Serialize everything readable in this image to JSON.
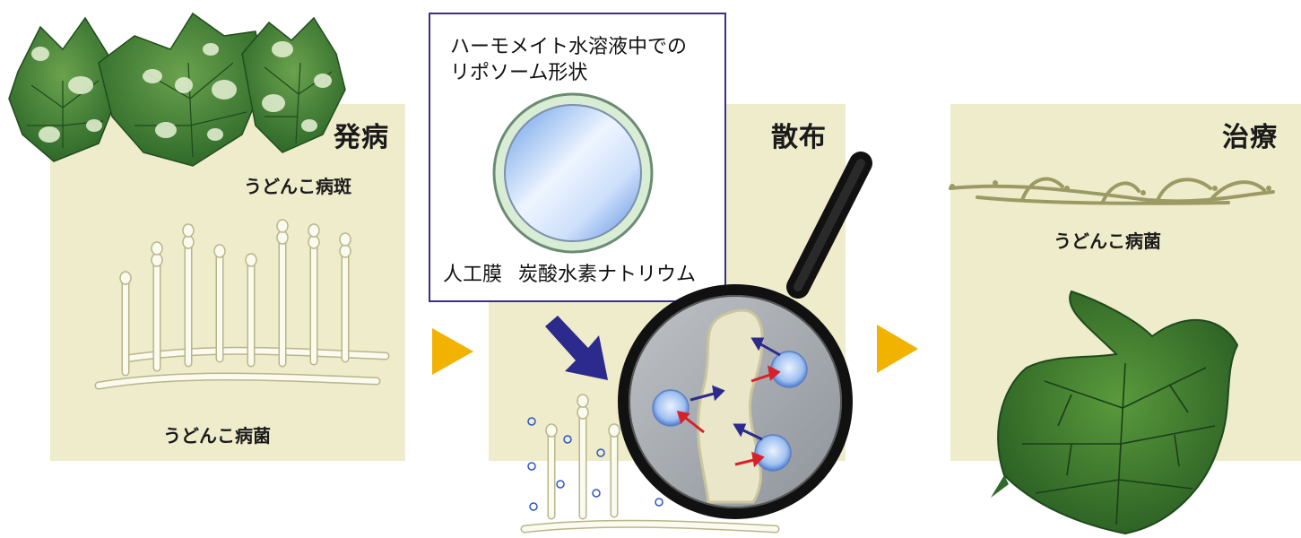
{
  "stages": {
    "onset": "発病",
    "spray": "散布",
    "cure": "治療"
  },
  "captions": {
    "mildew_spot": "うどんこ病斑",
    "mildew_fungus_1": "うどんこ病菌",
    "mildew_fungus_3": "うどんこ病菌"
  },
  "liposome_box": {
    "title_line1": "ハーモメイト水溶液中での",
    "title_line2": "リポソーム形状",
    "label_membrane": "人工膜",
    "label_bicarbonate": "炭酸水素ナトリウム"
  },
  "colors": {
    "panel": "#efeccb",
    "leaf": "#3f7f33",
    "arrow_stage": "#f2b200",
    "arrow_blue": "#2c2a8c",
    "arrow_red": "#d8202a",
    "box_border": "#3a2f8a"
  }
}
